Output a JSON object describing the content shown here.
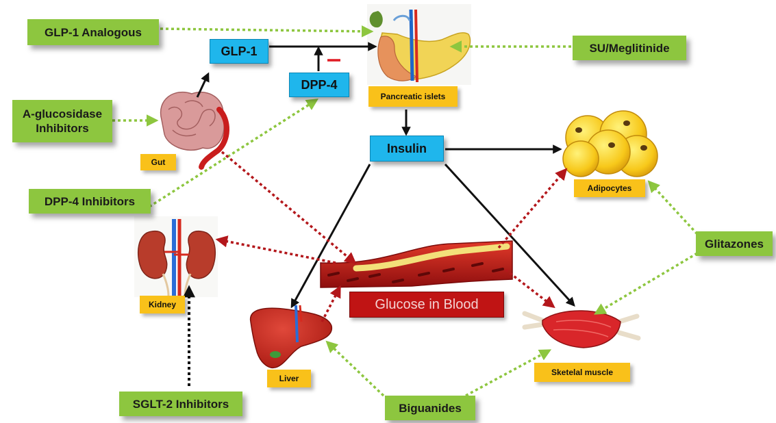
{
  "drugs": {
    "glp1_analogous": "GLP-1 Analogous",
    "su_meglitinide": "SU/Meglitinide",
    "a_glucosidase": "A-glucosidase Inhibitors",
    "dpp4_inhibitors": "DPP-4 Inhibitors",
    "glitazones": "Glitazones",
    "sglt2_inhibitors": "SGLT-2 Inhibitors",
    "biguanides": "Biguanides"
  },
  "hormones": {
    "glp1": "GLP-1",
    "dpp4": "DPP-4",
    "insulin": "Insulin"
  },
  "organs": {
    "pancreatic_islets": "Pancreatic islets",
    "gut": "Gut",
    "adipocytes": "Adipocytes",
    "kidney": "Kidney",
    "liver": "Liver",
    "skeletal_muscle": "Sketelal muscle"
  },
  "glucose_in_blood": "Glucose in Blood",
  "colors": {
    "drug_box": "#8dc63f",
    "hormone_box": "#1fb6ec",
    "organ_label": "#f9c11a",
    "glucose_box": "#c01414",
    "inhibit_mark": "#e01b24",
    "dotted_green": "#8dc63f",
    "dotted_red": "#b3171b"
  },
  "icons": [
    "pancreas-icon",
    "gut-icon",
    "adipocytes-icon",
    "kidney-icon",
    "blood-vessel-icon",
    "liver-icon",
    "muscle-icon"
  ]
}
